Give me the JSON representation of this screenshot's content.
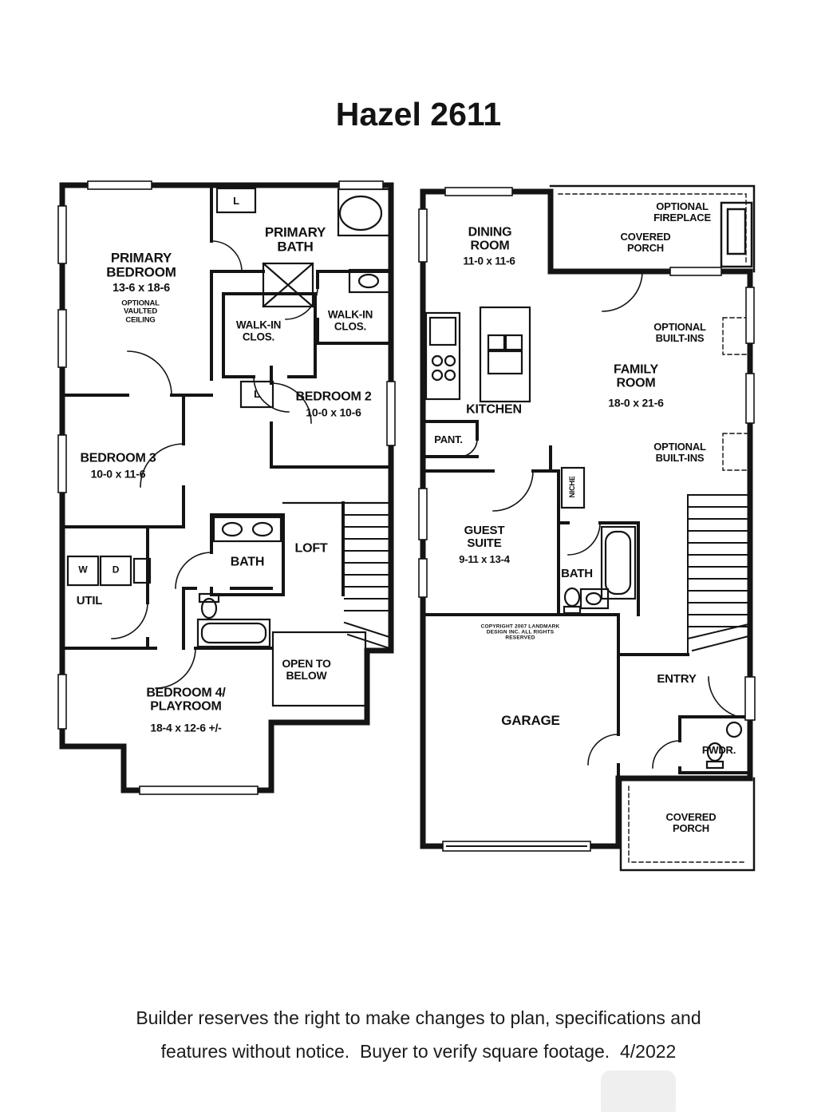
{
  "title": "Hazel 2611",
  "floor2": {
    "primary_bedroom": "PRIMARY BEDROOM",
    "primary_bedroom_dims": "13-6 x 18-6",
    "primary_bedroom_note": "OPTIONAL VAULTED CEILING",
    "primary_bath": "PRIMARY BATH",
    "linen1": "L",
    "linen2": "L",
    "walkin_left": "WALK-IN CLOS.",
    "walkin_right": "WALK-IN CLOS.",
    "bedroom2": "BEDROOM 2",
    "bedroom2_dims": "10-0 x 10-6",
    "bedroom3": "BEDROOM 3",
    "bedroom3_dims": "10-0 x 11-6",
    "bath": "BATH",
    "loft": "LOFT",
    "util": "UTIL",
    "washer": "W",
    "dryer": "D",
    "open_to_below": "OPEN TO BELOW",
    "bedroom4": "BEDROOM 4/ PLAYROOM",
    "bedroom4_dims": "18-4 x 12-6 +/-"
  },
  "floor1": {
    "dining": "DINING ROOM",
    "dining_dims": "11-0 x 11-6",
    "optional_fireplace": "OPTIONAL FIREPLACE",
    "covered_porch_top": "COVERED PORCH",
    "optional_builtins_top": "OPTIONAL BUILT-INS",
    "family": "FAMILY ROOM",
    "family_dims": "18-0 x 21-6",
    "optional_builtins_bottom": "OPTIONAL BUILT-INS",
    "kitchen": "KITCHEN",
    "pantry": "PANT.",
    "niche": "NICHE",
    "guest_suite": "GUEST SUITE",
    "guest_suite_dims": "9-11 x 13-4",
    "bath": "BATH",
    "copyright": "COPYRIGHT 2007 LANDMARK DESIGN INC. ALL RIGHTS RESERVED",
    "garage": "GARAGE",
    "entry": "ENTRY",
    "pwdr": "PWDR.",
    "covered_porch_bottom": "COVERED PORCH"
  },
  "footer": {
    "line1": "Builder reserves the right to make changes to plan, specifications and",
    "line2": "features without notice.  Buyer to verify square footage.  4/2022"
  }
}
